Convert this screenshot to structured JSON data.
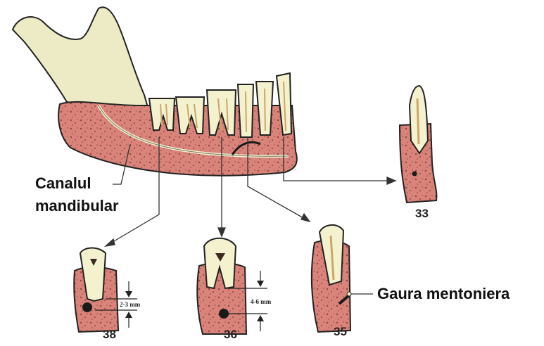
{
  "labels": {
    "canal_line1": "Canalul",
    "canal_line2": "mandibular",
    "foramen": "Gaura mentoniera",
    "sec_33": "33",
    "sec_38": "38",
    "sec_36": "36",
    "sec_35": "35",
    "meas_38": "2-3 mm",
    "meas_36": "4-6 mm"
  },
  "colors": {
    "bone_body": "#d9837a",
    "bone_dark": "#7d3d36",
    "ramus": "#ecebc6",
    "tooth": "#f4f1cf",
    "pulp": "#c9a76a",
    "canal": "#1a1a1a",
    "line": "#222222"
  }
}
